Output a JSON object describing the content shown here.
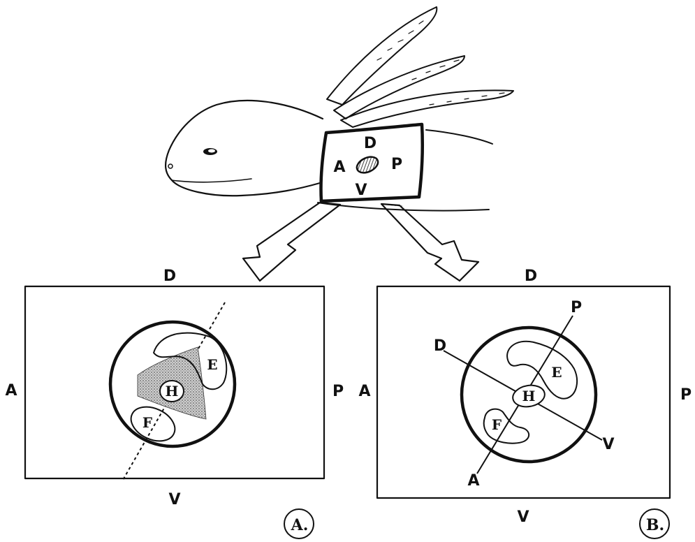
{
  "top_schematic": {
    "labels": {
      "dorsal": "D",
      "ventral": "V",
      "anterior": "A",
      "posterior": "P"
    }
  },
  "panel_a": {
    "frame_labels": {
      "dorsal": "D",
      "ventral": "V",
      "anterior": "A",
      "posterior": "P"
    },
    "regions": {
      "e": "E",
      "h": "H",
      "f": "F"
    },
    "tag": "A."
  },
  "panel_b": {
    "frame_labels": {
      "dorsal": "D",
      "ventral": "V",
      "anterior": "A",
      "posterior": "P"
    },
    "regions": {
      "e": "E",
      "h": "H",
      "f": "F"
    },
    "axis_labels": {
      "dorsal": "D",
      "ventral": "V",
      "anterior": "A",
      "posterior": "P"
    },
    "tag": "B."
  }
}
